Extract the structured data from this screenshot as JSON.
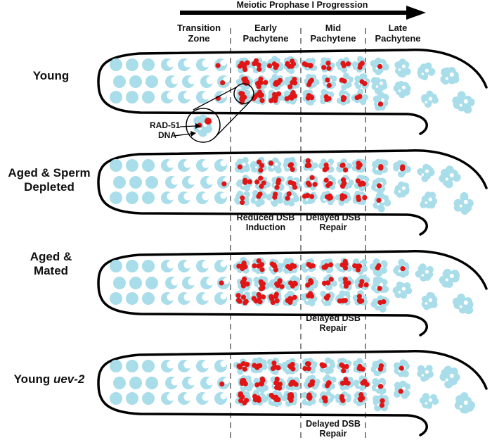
{
  "progression": {
    "title": "Meiotic Prophase I Progression"
  },
  "stages": [
    {
      "line1": "Transition",
      "line2": "Zone"
    },
    {
      "line1": "Early",
      "line2": "Pachytene"
    },
    {
      "line1": "Mid",
      "line2": "Pachytene"
    },
    {
      "line1": "Late",
      "line2": "Pachytene"
    }
  ],
  "rows": [
    {
      "line1": "Young",
      "line2": "",
      "italic": ""
    },
    {
      "line1": "Aged & Sperm",
      "line2": "Depleted",
      "italic": ""
    },
    {
      "line1": "Aged &",
      "line2": "Mated",
      "italic": ""
    },
    {
      "line1": "Young ",
      "line2": "",
      "italic": "uev-2"
    }
  ],
  "legend": {
    "rad51": "RAD-51",
    "dna": "DNA"
  },
  "annotations": {
    "row2_early_1": "Reduced DSB",
    "row2_early_2": "Induction",
    "row2_mid_1": "Delayed DSB",
    "row2_mid_2": "Repair",
    "row3_mid_1": "Delayed DSB",
    "row3_mid_2": "Repair",
    "row4_mid_1": "Delayed DSB",
    "row4_mid_2": "Repair"
  },
  "colors": {
    "nucleus": "#a8dde9",
    "rad51": "#e01515",
    "outline": "#000000",
    "divider": "#888888"
  },
  "foci": {
    "row1": {
      "early": [
        6,
        6,
        7,
        5,
        6,
        7,
        5,
        6,
        7,
        6,
        5,
        6
      ],
      "mid": [
        4,
        3,
        4,
        3,
        2,
        3,
        3,
        2,
        4,
        3,
        2,
        3
      ],
      "late": [
        1,
        0,
        1,
        0,
        0,
        1,
        0,
        0
      ]
    },
    "row2": {
      "early": [
        1,
        3,
        2,
        3,
        4,
        2,
        1,
        3,
        2,
        3,
        4,
        2
      ],
      "mid": [
        4,
        4,
        3,
        4,
        3,
        4,
        3,
        4,
        3,
        4,
        4,
        3
      ],
      "late": [
        2,
        1,
        1,
        2,
        0,
        1,
        1,
        0
      ]
    },
    "row3": {
      "early": [
        6,
        6,
        7,
        5,
        6,
        7,
        5,
        6,
        7,
        6,
        5,
        6
      ],
      "mid": [
        4,
        4,
        3,
        4,
        4,
        3,
        4,
        4,
        3,
        4,
        3,
        4
      ],
      "late": [
        2,
        1,
        2,
        1,
        0,
        1,
        1,
        0
      ]
    },
    "row4": {
      "early": [
        6,
        6,
        7,
        5,
        6,
        7,
        5,
        6,
        7,
        6,
        5,
        6
      ],
      "mid": [
        4,
        4,
        4,
        3,
        4,
        3,
        4,
        4,
        3,
        4,
        3,
        4
      ],
      "late": [
        2,
        1,
        2,
        1,
        1,
        0,
        1,
        0
      ]
    }
  }
}
